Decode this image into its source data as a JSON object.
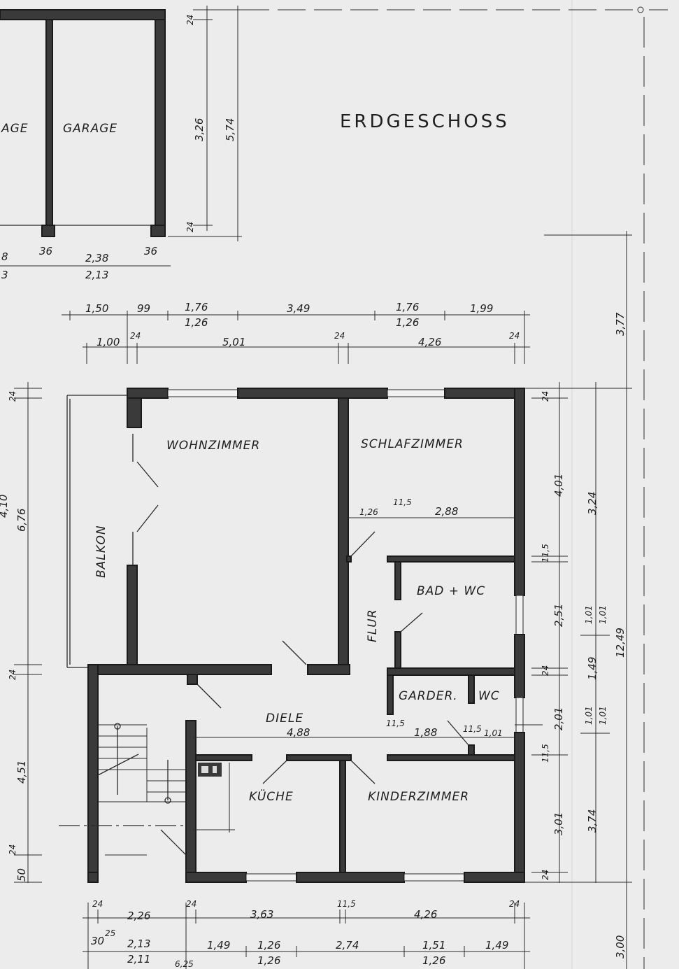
{
  "title": "ERDGESCHOSS",
  "rooms": {
    "garage_left": "AGE",
    "garage_right": "GARAGE",
    "wohnzimmer": "WOHNZIMMER",
    "schlafzimmer": "SCHLAFZIMMER",
    "balkon": "BALKON",
    "flur": "FLUR",
    "bad_wc": "BAD + WC",
    "garderobe": "GARDER.",
    "wc": "WC",
    "diele": "DIELE",
    "kueche": "KÜCHE",
    "kinderzimmer": "KINDERZIMMER"
  },
  "dims": {
    "garage_right_24_top": "24",
    "garage_326": "3,26",
    "garage_574": "5,74",
    "garage_right_24_bottom": "24",
    "garage_b_left": "8",
    "garage_b_left2": "3",
    "garage_b_36a": "36",
    "garage_b_238": "2,38",
    "garage_b_36b": "36",
    "garage_b_213": "2,13",
    "top1_150": "1,50",
    "top1_99": "99",
    "top1_176": "1,76",
    "top1_126": "1,26",
    "top1_349": "3,49",
    "top1_176b": "1,76",
    "top1_126b": "1,26",
    "top1_199": "1,99",
    "top2_100": "1,00",
    "top2_24a": "24",
    "top2_501": "5,01",
    "top2_24b": "24",
    "top2_426": "4,26",
    "top2_24c": "24",
    "left_24a": "24",
    "left_410": "4,10",
    "left_676": "6,76",
    "left_24b": "24",
    "left_451": "4,51",
    "left_50": "50",
    "left_24c": "24",
    "r1_24a": "24",
    "r1_401": "4,01",
    "r1_115a": "11,5",
    "r1_251": "2,51",
    "r1_24b": "24",
    "r1_201": "2,01",
    "r1_115b": "11,5",
    "r1_301": "3,01",
    "r1_24c": "24",
    "r2_324": "3,24",
    "r2_101a": "1,01",
    "r2_101b": "1,01",
    "r2_149": "1,49",
    "r2_101c": "1,01",
    "r2_101d": "1,01",
    "r2_374": "3,74",
    "r3_377": "3,77",
    "r3_1249": "12,49",
    "r3_300": "3,00",
    "in_126": "1,26",
    "in_115": "11,5",
    "in_288": "2,88",
    "in_488": "4,88",
    "in_115b": "11,5",
    "in_188": "1,88",
    "in_115c": "11,5",
    "in_101": "1,01",
    "b1_24a": "24",
    "b1_226": "2,26",
    "b1_24b": "24",
    "b1_363": "3,63",
    "b1_115": "11,5",
    "b1_426": "4,26",
    "b1_24c": "24",
    "b2_30": "30",
    "b2_25": "25",
    "b2_213": "2,13",
    "b2_211": "2,11",
    "b2_625": "6,25",
    "b2_149a": "1,49",
    "b2_126a": "1,26",
    "b2_126b": "1,26",
    "b2_274": "2,74",
    "b2_151": "1,51",
    "b2_126c": "1,26",
    "b2_149b": "1,49"
  }
}
